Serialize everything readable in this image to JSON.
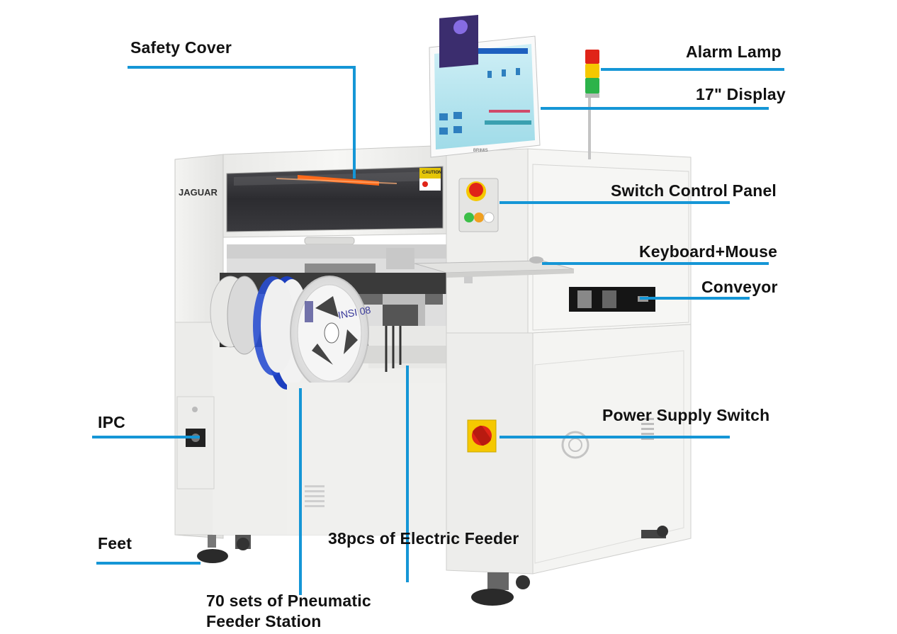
{
  "labels": {
    "safety_cover": "Safety Cover",
    "alarm_lamp": "Alarm Lamp",
    "display": "17\" Display",
    "switch_control_panel": "Switch Control Panel",
    "keyboard_mouse": "Keyboard+Mouse",
    "conveyor": "Conveyor",
    "ipc": "IPC",
    "power_supply_switch": "Power Supply Switch",
    "feet": "Feet",
    "electric_feeder": "38pcs of Electric Feeder",
    "pneumatic_line1": "70 sets of Pneumatic",
    "pneumatic_line2": "Feeder Station"
  },
  "machine": {
    "brand": "JAGUAR",
    "caution": "CAUTION",
    "monitor_brand": "BRIMIS"
  },
  "reel_text": "INSI 08",
  "colors": {
    "callout": "#1596d6",
    "machine_body": "#f2f2f0",
    "estop_red": "#e02418"
  }
}
